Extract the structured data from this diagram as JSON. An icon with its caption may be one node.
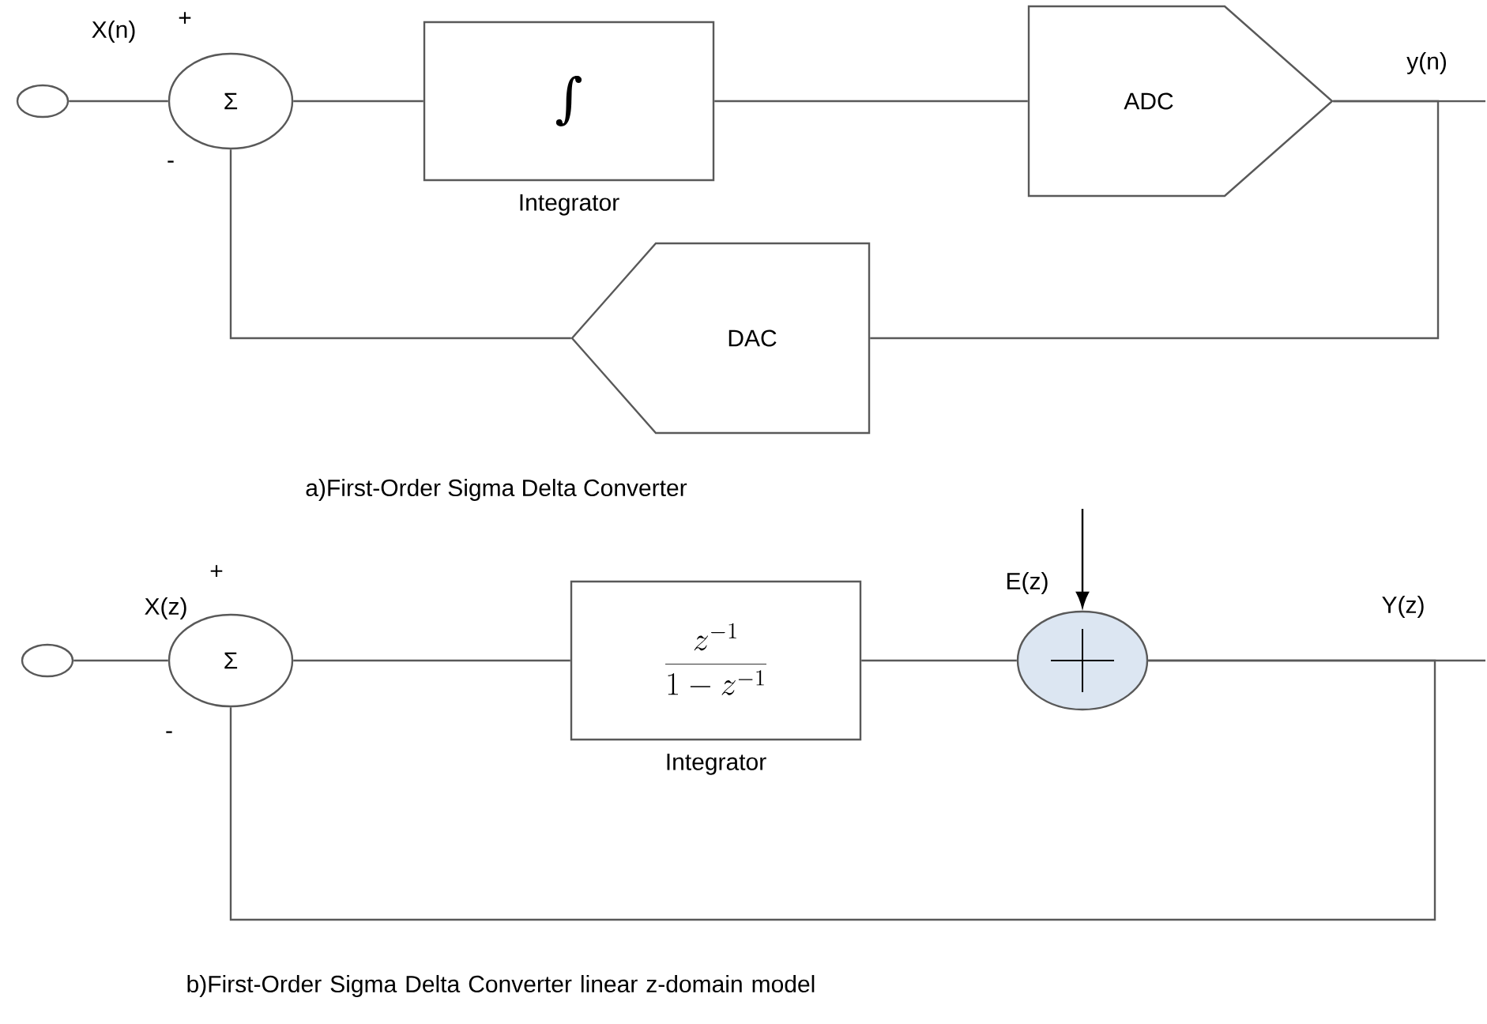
{
  "diagram": {
    "nodes": [
      {
        "text": [],
        "shape": "circle"
      },
      {
        "text": [
          "Σ"
        ]
      },
      {
        "text": [
          "∫"
        ],
        "beside": [
          "Integrator"
        ]
      },
      {
        "text": [
          "ADC"
        ]
      },
      {
        "text": [
          "DAC"
        ]
      },
      {
        "text": [],
        "shape": "circle"
      },
      {
        "text": [
          "Σ"
        ]
      },
      {
        "text": [
          "\\frac{z^{-1}}{1-z^{-1}}"
        ],
        "beside": [
          "Integrator"
        ]
      },
      {
        "text": [],
        "shape": "circle"
      }
    ],
    "edges": [
      {
        "from": 0,
        "to": 1,
        "arrow": "none"
      },
      {
        "from": 1,
        "to": 2,
        "arrow": "none"
      },
      {
        "from": 2,
        "to": 3,
        "arrow": "none"
      },
      {
        "from": 3,
        "to": null,
        "arrow": "none"
      },
      {
        "from": 3,
        "to": 4,
        "arrow": "none"
      },
      {
        "from": 4,
        "to": 1,
        "arrow": "none"
      },
      {
        "from": 5,
        "to": 6,
        "arrow": "none"
      },
      {
        "from": 6,
        "to": 7,
        "arrow": "none"
      },
      {
        "from": 7,
        "to": 8,
        "arrow": "none"
      },
      {
        "from": null,
        "to": 8,
        "arrow": "to"
      },
      {
        "from": 8,
        "to": null,
        "arrow": "none"
      },
      {
        "from": 8,
        "to": 6,
        "arrow": "none"
      }
    ],
    "labels": [
      "X(n)",
      "+",
      "-",
      "y(n)",
      "a)First-Order Sigma Delta Converter",
      "X(z)",
      "+",
      "-",
      "E(z)",
      "Y(z)",
      "b)First-Order Sigma Delta Converter linear z-domain model"
    ]
  }
}
